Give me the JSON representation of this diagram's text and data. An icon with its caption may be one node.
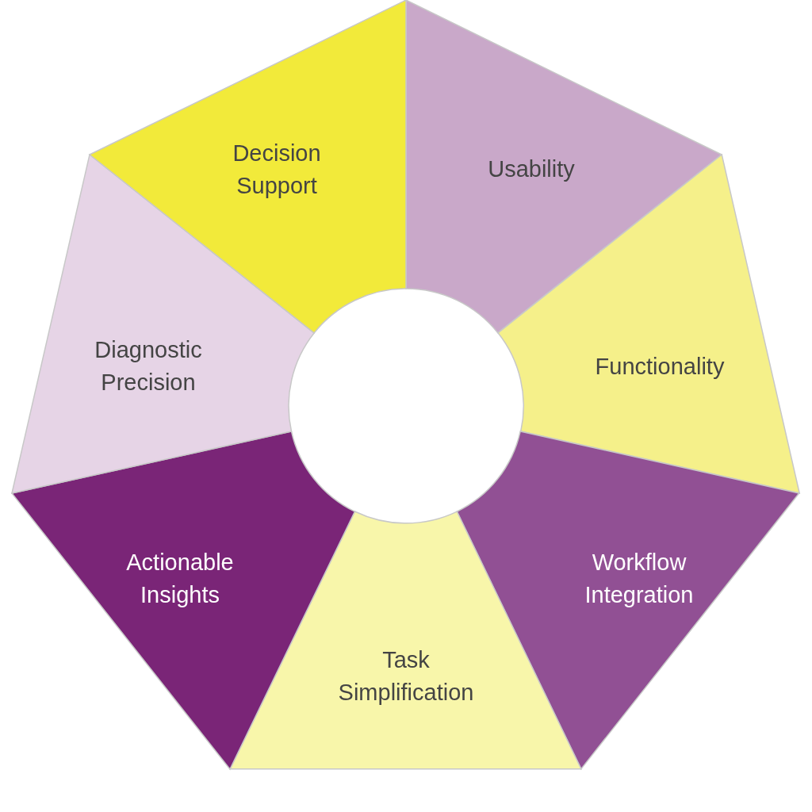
{
  "diagram": {
    "nodes": [
      {
        "text": [
          "Usability"
        ]
      },
      {
        "text": [
          "Functionality"
        ]
      },
      {
        "text": [
          "Workflow Integration"
        ]
      },
      {
        "text": [
          "Task Simplification"
        ]
      },
      {
        "text": [
          "Actionable Insights"
        ]
      },
      {
        "text": [
          "Diagnostic Precision"
        ]
      },
      {
        "text": [
          "Decision Support"
        ]
      }
    ]
  }
}
